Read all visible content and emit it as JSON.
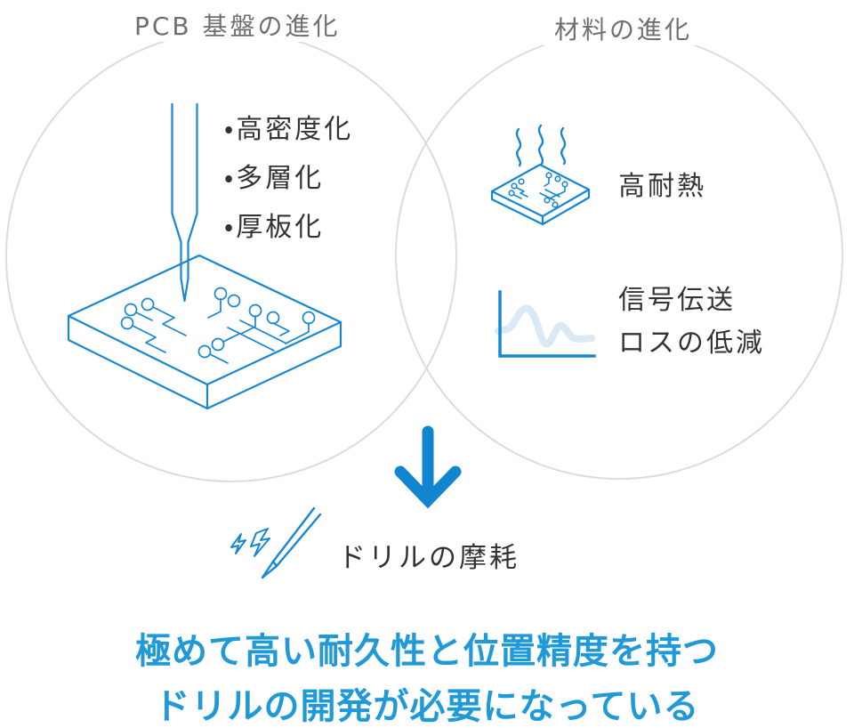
{
  "colors": {
    "line-blue": "#1787d2",
    "arrow-blue": "#1285d0",
    "headline-blue": "#2099d8",
    "wave-light": "#dbe9f4",
    "circle-gray": "#dcdcdc",
    "title-gray": "#6f6f6f",
    "text-dark": "#333333",
    "bg": "#ffffff"
  },
  "left_circle": {
    "title": "PCB 基盤の進化",
    "illustration_icon": "drill-drilling-pcb-icon",
    "bullets": [
      "・高密度化",
      "・多層化",
      "・厚板化"
    ]
  },
  "right_circle": {
    "title": "材料の進化",
    "items": [
      {
        "icon": "heated-pcb-icon",
        "label": "高耐熱"
      },
      {
        "icon": "signal-waveform-icon",
        "label": "信号伝送\nロスの低減"
      }
    ]
  },
  "result": {
    "arrow_icon": "down-arrow-icon",
    "icon": "worn-drill-spark-icon",
    "label": "ドリルの摩耗"
  },
  "headline": {
    "line1": "極めて高い耐久性と位置精度を持つ",
    "line2": "ドリルの開発が必要になっている"
  }
}
